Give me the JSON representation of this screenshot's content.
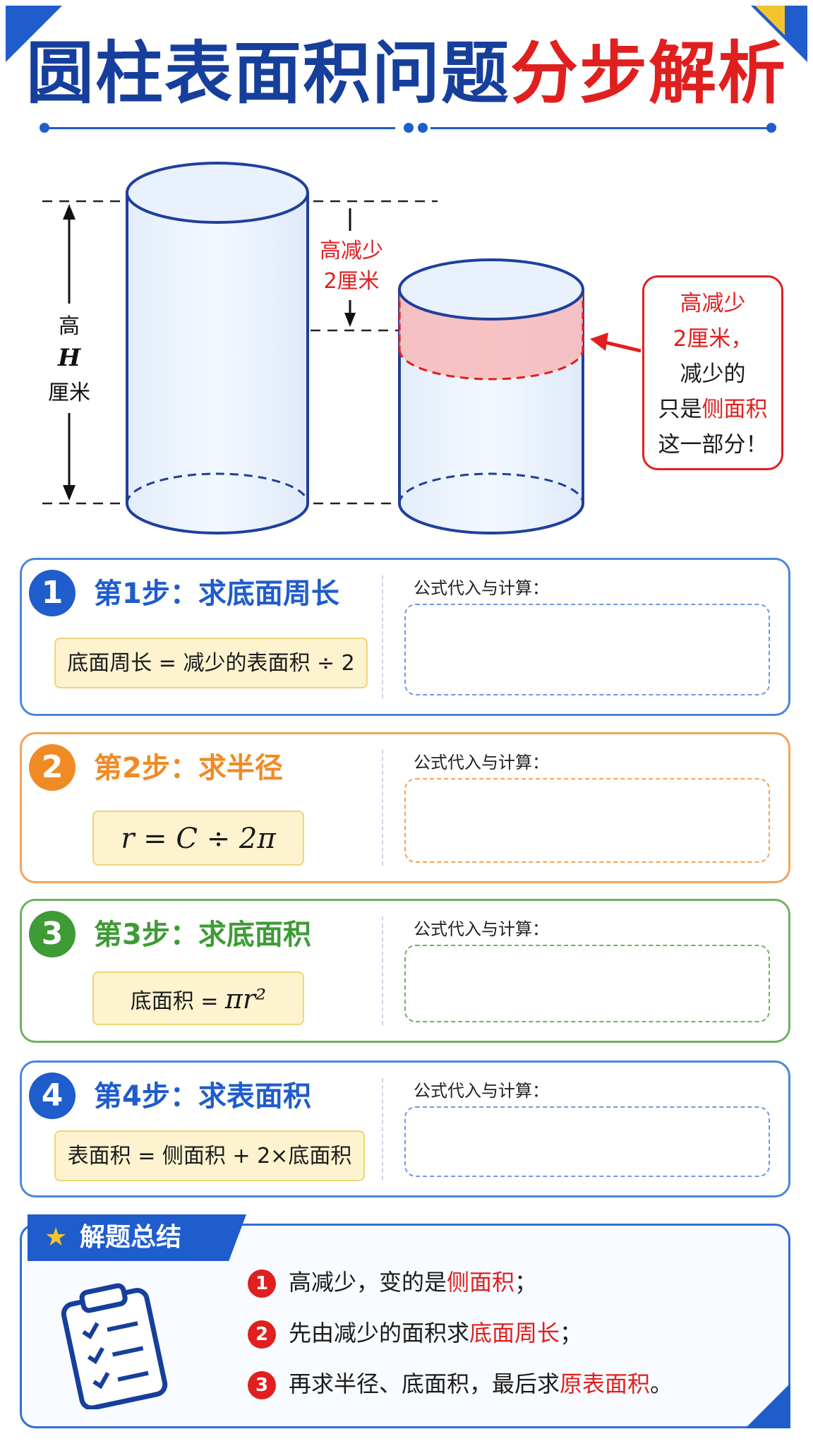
{
  "title": {
    "part_blue": "圆柱表面积问题",
    "part_red": "分步解析"
  },
  "diagram": {
    "height_label": "高",
    "height_var": "H",
    "height_unit": "厘米",
    "decrease_line1": "高减少",
    "decrease_line2": "2厘米"
  },
  "callout": {
    "line1": "高减少",
    "line2": "2厘米，",
    "line3": "减少的",
    "line4_pre": "只是",
    "line4_red": "侧面积",
    "line5": "这一部分！"
  },
  "steps": [
    {
      "num": "1",
      "title": "第1步：求底面周长",
      "formula": "底面周长 = 减少的表面积 ÷ 2",
      "calc_label": "公式代入与计算：",
      "color": "#1f5ccc",
      "box_color": "#6b9be6"
    },
    {
      "num": "2",
      "title": "第2步：求半径",
      "formula": "r = C ÷ 2π",
      "calc_label": "公式代入与计算：",
      "color": "#f08a24",
      "box_color": "#f2a35a"
    },
    {
      "num": "3",
      "title": "第3步：求底面积",
      "formula_pre": "底面积 = ",
      "formula_math": "πr²",
      "calc_label": "公式代入与计算：",
      "color": "#3f9b35",
      "box_color": "#6db25f"
    },
    {
      "num": "4",
      "title": "第4步：求表面积",
      "formula": "表面积 = 侧面积 + 2×底面积",
      "calc_label": "公式代入与计算：",
      "color": "#1f5ccc",
      "box_color": "#6b9be6"
    }
  ],
  "summary": {
    "title": "解题总结",
    "items": [
      {
        "num": "1",
        "text_pre": "高减少，变的是",
        "text_red": "侧面积",
        "text_post": "；"
      },
      {
        "num": "2",
        "text_pre": "先由减少的面积求",
        "text_red": "底面周长",
        "text_post": "；"
      },
      {
        "num": "3",
        "text_pre": "再求半径、底面积，最后求",
        "text_red": "原表面积",
        "text_post": "。"
      }
    ]
  },
  "colors": {
    "blue": "#1f5ccc",
    "dark_blue": "#163f9c",
    "red": "#e01f1f",
    "orange": "#f08a24",
    "green": "#3f9b35",
    "yellow": "#f4c430"
  }
}
